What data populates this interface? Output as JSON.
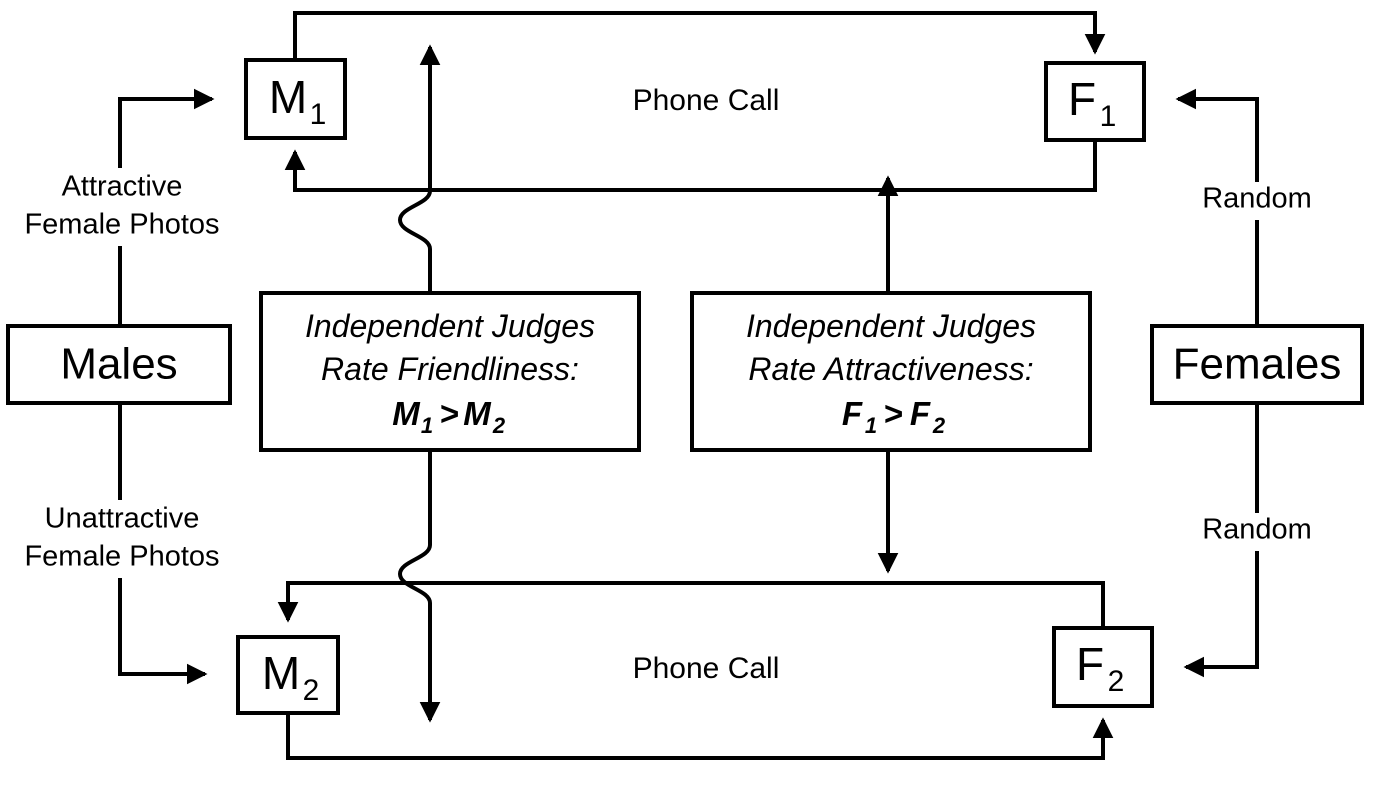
{
  "diagram": {
    "title": "Experimental design: phone call study with attractive vs unattractive female photos",
    "colors": {
      "stroke": "#000000",
      "fill": "#ffffff",
      "text": "#000000"
    },
    "nodes": {
      "males": {
        "label": "Males"
      },
      "females": {
        "label": "Females"
      },
      "m1": {
        "label": "M",
        "sub": "1"
      },
      "m2": {
        "label": "M",
        "sub": "2"
      },
      "f1": {
        "label": "F",
        "sub": "1"
      },
      "f2": {
        "label": "F",
        "sub": "2"
      },
      "judges_friendliness": {
        "line1": "Independent Judges",
        "line2": "Rate Friendliness:",
        "result_left": "M",
        "result_left_sub": "1",
        "result_op": ">",
        "result_right": "M",
        "result_right_sub": "2"
      },
      "judges_attractiveness": {
        "line1": "Independent Judges",
        "line2": "Rate Attractiveness:",
        "result_left": "F",
        "result_left_sub": "1",
        "result_op": ">",
        "result_right": "F",
        "result_right_sub": "2"
      }
    },
    "edge_labels": {
      "attractive_photos_line1": "Attractive",
      "attractive_photos_line2": "Female Photos",
      "unattractive_photos_line1": "Unattractive",
      "unattractive_photos_line2": "Female Photos",
      "random_top": "Random",
      "random_bottom": "Random",
      "phone_call_top": "Phone Call",
      "phone_call_bottom": "Phone Call"
    }
  }
}
